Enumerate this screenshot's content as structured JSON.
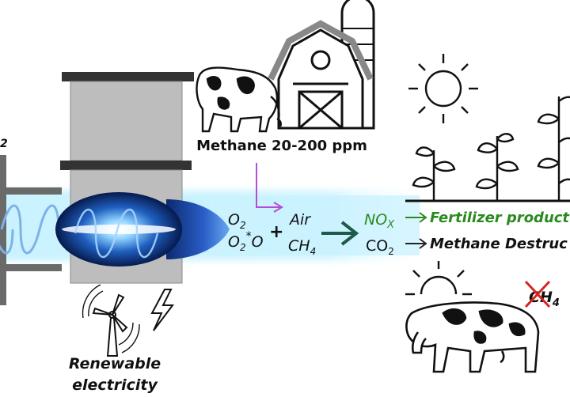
{
  "source": {
    "label": "Methane 20-200 ppm"
  },
  "reactants": {
    "o2": "O",
    "o2_sub": "2",
    "o2star": "O",
    "o2star_sub": "2",
    "o2star_sup": "*",
    "o": "O",
    "plus": "+",
    "air": "Air",
    "ch4": "CH",
    "ch4_sub": "4"
  },
  "products": {
    "nox": "NO",
    "nox_sub": "X",
    "co2": "CO",
    "co2_sub": "2"
  },
  "outcomes": {
    "fertilizer": "Fertilizer product",
    "destruction": "Methane Destruc"
  },
  "cow_gas": {
    "ch": "CH",
    "sub": "4"
  },
  "left_fragment": "2",
  "power": {
    "line1": "Renewable",
    "line2": "electricity"
  },
  "colors": {
    "fertilizer_green": "#2a8a1e",
    "arrow_teal": "#1e5a4a",
    "methane_arrow": "#b04fd6",
    "cross_red": "#d8241f",
    "plasma_blue": "#2a7fd6",
    "reactor_gray": "#bdbdbd"
  },
  "icons": [
    "barn-icon",
    "cow-icon",
    "sun-icon",
    "plant-icon",
    "wind-turbine-icon",
    "lightning-icon"
  ]
}
